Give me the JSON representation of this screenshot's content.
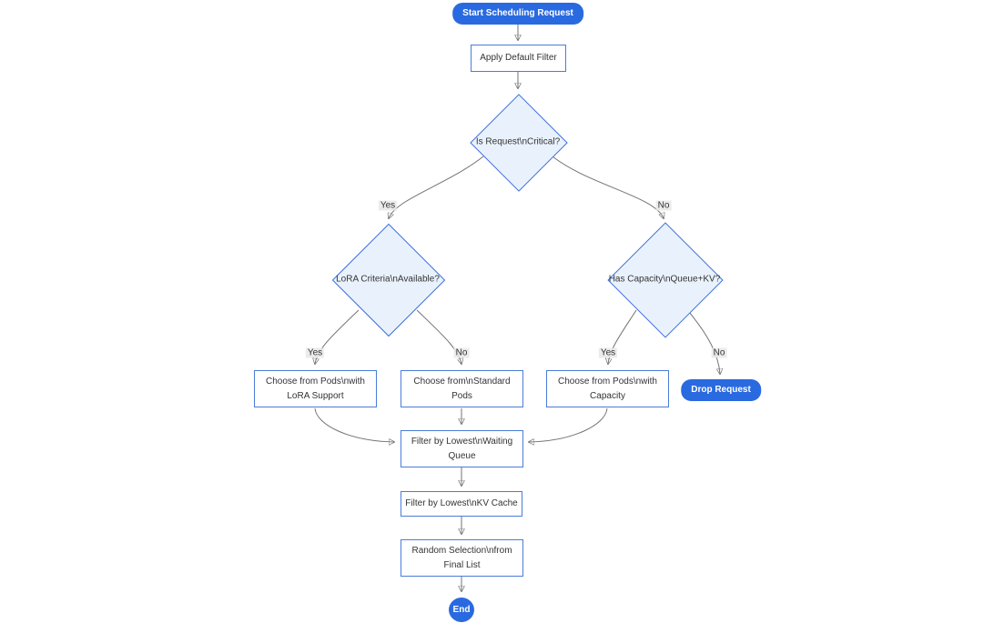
{
  "diagram": {
    "type": "flowchart",
    "direction": "top-down",
    "nodes": {
      "start": {
        "label": "Start Scheduling Request",
        "shape": "pill"
      },
      "apply_filter": {
        "label": "Apply Default Filter",
        "shape": "rect"
      },
      "is_critical": {
        "label": "Is Request\\nCritical?",
        "shape": "diamond"
      },
      "lora_criteria": {
        "label": "LoRA Criteria\\nAvailable?",
        "shape": "diamond"
      },
      "has_capacity": {
        "label": "Has Capacity\\nQueue+KV?",
        "shape": "diamond"
      },
      "choose_lora": {
        "label": "Choose from Pods\\nwith LoRA Support",
        "shape": "rect"
      },
      "choose_standard": {
        "label": "Choose from\\nStandard Pods",
        "shape": "rect"
      },
      "choose_capacity": {
        "label": "Choose from Pods\\nwith Capacity",
        "shape": "rect"
      },
      "drop_request": {
        "label": "Drop Request",
        "shape": "pill"
      },
      "filter_waiting": {
        "label": "Filter by Lowest\\nWaiting Queue",
        "shape": "rect"
      },
      "filter_kv": {
        "label": "Filter by Lowest\\nKV Cache",
        "shape": "rect"
      },
      "random_selection": {
        "label": "Random Selection\\nfrom Final List",
        "shape": "rect"
      },
      "end": {
        "label": "End",
        "shape": "circle"
      }
    },
    "edges": [
      {
        "from": "start",
        "to": "apply_filter",
        "label": ""
      },
      {
        "from": "apply_filter",
        "to": "is_critical",
        "label": ""
      },
      {
        "from": "is_critical",
        "to": "lora_criteria",
        "label": "Yes"
      },
      {
        "from": "is_critical",
        "to": "has_capacity",
        "label": "No"
      },
      {
        "from": "lora_criteria",
        "to": "choose_lora",
        "label": "Yes"
      },
      {
        "from": "lora_criteria",
        "to": "choose_standard",
        "label": "No"
      },
      {
        "from": "has_capacity",
        "to": "choose_capacity",
        "label": "Yes"
      },
      {
        "from": "has_capacity",
        "to": "drop_request",
        "label": "No"
      },
      {
        "from": "choose_lora",
        "to": "filter_waiting",
        "label": ""
      },
      {
        "from": "choose_standard",
        "to": "filter_waiting",
        "label": ""
      },
      {
        "from": "choose_capacity",
        "to": "filter_waiting",
        "label": ""
      },
      {
        "from": "filter_waiting",
        "to": "filter_kv",
        "label": ""
      },
      {
        "from": "filter_kv",
        "to": "random_selection",
        "label": ""
      },
      {
        "from": "random_selection",
        "to": "end",
        "label": ""
      }
    ],
    "colors": {
      "accent_fill": "#2a6ae0",
      "diamond_fill": "#e9f2fc",
      "diamond_border": "#3e71dd",
      "rect_border": "#4a7cd9",
      "edge_line": "#737373",
      "arrowhead": "#333333",
      "edge_label_bg": "#e8e8e8",
      "text": "#333333",
      "background": "#ffffff"
    }
  }
}
